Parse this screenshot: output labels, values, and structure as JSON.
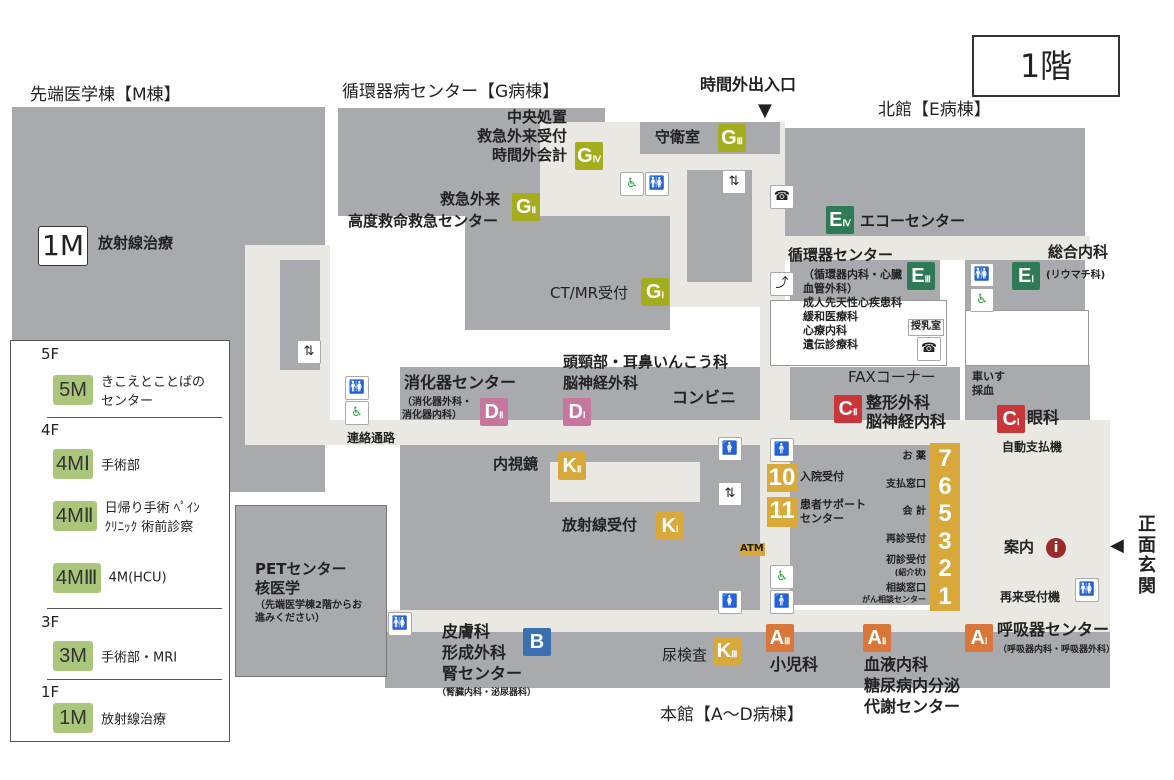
{
  "floor_title": "1階",
  "buildings": {
    "m": "先端医学棟【M棟】",
    "g": "循環器病センター【G病棟】",
    "e": "北館【E病棟】",
    "main": "本館【A〜D病棟】"
  },
  "entrances": {
    "after_hours": "時間外出入口",
    "main": "正面玄関"
  },
  "colors": {
    "building": "#a9aaae",
    "corridor": "#e9e8e3",
    "g": "#a4ad1e",
    "e": "#2e7a55",
    "d": "#c7779d",
    "k": "#d8a83a",
    "c": "#c8363a",
    "a": "#d9773a",
    "b": "#3a6fb0",
    "m": "#a9c67a",
    "info": "#9b2a2a"
  },
  "m_wing": {
    "badge": "1M",
    "label": "放射線治療"
  },
  "legend": [
    {
      "floor": "5F",
      "items": [
        {
          "badge": "5M",
          "label": "きこえとことばのセンター"
        }
      ]
    },
    {
      "floor": "4F",
      "items": [
        {
          "badge": "4MⅠ",
          "label": "手術部"
        },
        {
          "badge": "4MⅡ",
          "label": "日帰り手術 ﾍﾟｲﾝｸﾘﾆｯｸ 術前診察"
        },
        {
          "badge": "4MⅢ",
          "label": "4M(HCU)"
        }
      ]
    },
    {
      "floor": "3F",
      "items": [
        {
          "badge": "3M",
          "label": "手術部・MRI"
        }
      ]
    },
    {
      "floor": "1F",
      "items": [
        {
          "badge": "1M",
          "label": "放射線治療"
        }
      ]
    }
  ],
  "g_wing": {
    "g4": {
      "badge": "G",
      "sub": "Ⅳ",
      "lines": [
        "中央処置",
        "救急外来受付",
        "時間外会計"
      ]
    },
    "g3": {
      "badge": "G",
      "sub": "Ⅲ",
      "label": "守衛室"
    },
    "g2": {
      "badge": "G",
      "sub": "Ⅱ",
      "label": "救急外来",
      "label2": "高度救命救急センター"
    },
    "g1": {
      "badge": "G",
      "sub": "Ⅰ",
      "label": "CT/MR受付"
    }
  },
  "e_wing": {
    "e4": {
      "badge": "E",
      "sub": "Ⅳ",
      "label": "エコーセンター"
    },
    "e3": {
      "badge": "E",
      "sub": "Ⅲ",
      "label": "循環器センター",
      "sub_label": "（循環器内科・心臓血管外科）",
      "depts": [
        "成人先天性心疾患科",
        "緩和医療科",
        "心療内科",
        "遺伝診療科"
      ]
    },
    "e1": {
      "badge": "E",
      "sub": "Ⅰ",
      "label": "総合内科",
      "sub_label": "(リウマチ科)"
    },
    "nursing": "授乳室"
  },
  "center": {
    "fax": "FAXコーナー",
    "wheelchair": "車いす",
    "blood": "採血",
    "c2": {
      "badge": "C",
      "sub": "Ⅱ",
      "lines": [
        "整形外科",
        "脳神経内科"
      ]
    },
    "c1": {
      "badge": "C",
      "sub": "Ⅰ",
      "label": "眼科"
    },
    "autopay": "自動支払機",
    "info": "案内",
    "reentry": "再来受付機"
  },
  "d_wing": {
    "d2": {
      "badge": "D",
      "sub": "Ⅱ",
      "label": "消化器センター",
      "sub_label": "（消化器外科・消化器内科）"
    },
    "d1": {
      "badge": "D",
      "sub": "Ⅰ",
      "lines": [
        "頭頸部・耳鼻いんこう科",
        "脳神経外科"
      ]
    },
    "store": "コンビニ",
    "passage": "連絡通路"
  },
  "k_wing": {
    "k2": {
      "badge": "K",
      "sub": "Ⅱ",
      "label": "内視鏡"
    },
    "k1": {
      "badge": "K",
      "sub": "Ⅰ",
      "label": "放射線受付"
    },
    "k3": {
      "badge": "K",
      "sub": "Ⅲ",
      "label": "尿検査"
    },
    "atm": "ATM"
  },
  "counters": [
    {
      "num": "7",
      "label": "お 薬"
    },
    {
      "num": "6",
      "label": "支払窓口"
    },
    {
      "num": "5",
      "label": "会 計"
    },
    {
      "num": "3",
      "label": "再診受付"
    },
    {
      "num": "2",
      "label": "初診受付",
      "sub": "(紹介状)"
    },
    {
      "num": "1",
      "label": "相談窓口",
      "sub": "がん相談センター"
    }
  ],
  "admin": [
    {
      "num": "10",
      "label": "入院受付"
    },
    {
      "num": "11",
      "label": "患者サポートセンター"
    }
  ],
  "pet": {
    "lines": [
      "PETセンター",
      "核医学"
    ],
    "note": "（先端医学棟2階からお進みください）"
  },
  "main_wing": {
    "b": {
      "badge": "B",
      "lines": [
        "皮膚科",
        "形成外科",
        "腎センター"
      ],
      "sub_label": "（腎臓内科・泌尿器科）"
    },
    "a3": {
      "badge": "A",
      "sub": "Ⅲ",
      "label": "小児科"
    },
    "a2": {
      "badge": "A",
      "sub": "Ⅱ",
      "lines": [
        "血液内科",
        "糖尿病内分泌",
        "代謝センター"
      ]
    },
    "a1": {
      "badge": "A",
      "sub": "Ⅰ",
      "label": "呼吸器センター",
      "sub_label": "（呼吸器内科・呼吸器外科）"
    }
  }
}
